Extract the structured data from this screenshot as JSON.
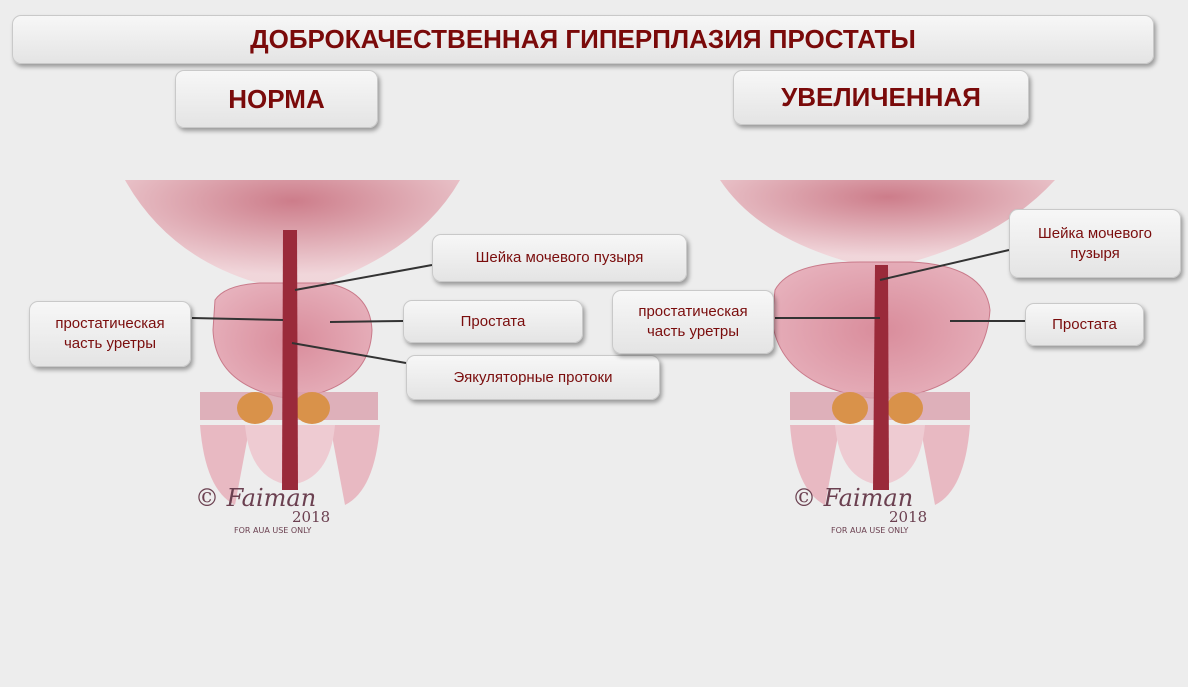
{
  "title": "ДОБРОКАЧЕСТВЕННАЯ ГИПЕРПЛАЗИЯ ПРОСТАТЫ",
  "normal": {
    "heading": "НОРМА",
    "labels": {
      "bladder_neck": "Шейка мочевого пузыря",
      "prostate": "Простата",
      "ejaculatory_ducts": "Эякуляторные протоки",
      "prostatic_urethra": "простатическая часть уретры"
    }
  },
  "enlarged": {
    "heading": "УВЕЛИЧЕННАЯ",
    "labels": {
      "bladder_neck": "Шейка мочевого пузыря",
      "prostate": "Простата",
      "prostatic_urethra": "простатическая часть уретры"
    }
  },
  "signature": {
    "name": "© Faiman",
    "year": "2018",
    "note": "FOR AUA USE ONLY"
  },
  "colors": {
    "title_text": "#7a0a0a",
    "tissue": "#d99aa6",
    "urethra": "#9a2a3a",
    "vesicle": "#d9924a"
  }
}
